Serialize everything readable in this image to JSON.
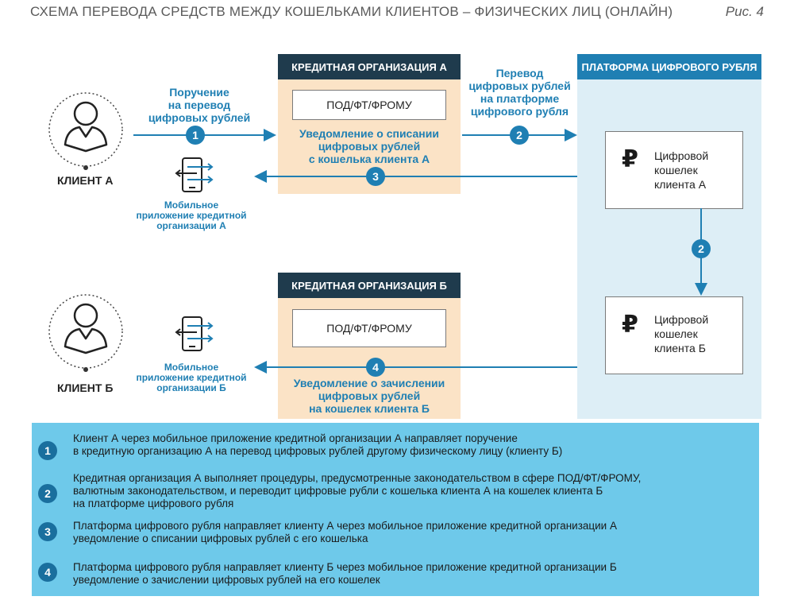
{
  "header": {
    "title": "СХЕМА ПЕРЕВОДА СРЕДСТВ МЕЖДУ КОШЕЛЬКАМИ КЛИЕНТОВ – ФИЗИЧЕСКИХ ЛИЦ (ОНЛАЙН)",
    "figure_label": "Рис. 4"
  },
  "org_a": {
    "title": "КРЕДИТНАЯ ОРГАНИЗАЦИЯ А",
    "pod": "ПОД/ФТ/ФРОМУ",
    "notice": [
      "Уведомление о списании",
      "цифровых рублей",
      "с кошелька клиента А"
    ]
  },
  "org_b": {
    "title": "КРЕДИТНАЯ ОРГАНИЗАЦИЯ Б",
    "pod": "ПОД/ФТ/ФРОМУ",
    "notice": [
      "Уведомление о зачислении",
      "цифровых рублей",
      "на кошелек клиента Б"
    ]
  },
  "platform": {
    "title": "ПЛАТФОРМА ЦИФРОВОГО РУБЛЯ",
    "wallet_a": [
      "Цифровой",
      "кошелек",
      "клиента А"
    ],
    "wallet_b": [
      "Цифровой",
      "кошелек",
      "клиента Б"
    ],
    "ruble_symbol": "₽"
  },
  "clients": {
    "a": "КЛИЕНТ А",
    "b": "КЛИЕНТ Б",
    "app_a": [
      "Мобильное",
      "приложение кредитной",
      "организации А"
    ],
    "app_b": [
      "Мобильное",
      "приложение кредитной",
      "организации Б"
    ]
  },
  "flows": {
    "order": [
      "Поручение",
      "на перевод",
      "цифровых рублей"
    ],
    "transfer": [
      "Перевод",
      "цифровых рублей",
      "на платформе",
      "цифрового рубля"
    ]
  },
  "steps": [
    "1",
    "2",
    "3",
    "4"
  ],
  "legend": [
    {
      "num": "1",
      "lines": [
        "Клиент А через мобильное приложение кредитной организации А направляет поручение",
        "в кредитную организацию А на перевод цифровых рублей другому физическому лицу (клиенту Б)"
      ]
    },
    {
      "num": "2",
      "lines": [
        "Кредитная организация А выполняет процедуры, предусмотренные законодательством в сфере ПОД/ФТ/ФРОМУ,",
        "валютным законодательством, и переводит цифровые рубли с кошелька клиента А на кошелек клиента Б",
        "на платформе цифрового рубля"
      ]
    },
    {
      "num": "3",
      "lines": [
        "Платформа цифрового рубля направляет клиенту А через мобильное приложение кредитной организации А",
        "уведомление о списании цифровых рублей с его кошелька"
      ]
    },
    {
      "num": "4",
      "lines": [
        "Платформа цифрового рубля направляет клиенту Б через мобильное приложение кредитной организации Б",
        "уведомление о зачислении цифровых рублей на его кошелек"
      ]
    }
  ],
  "colors": {
    "blue": "#1f7fb3",
    "navy": "#1f3b4d",
    "peach": "#fbe3c6",
    "legend": "#6ec9ea"
  }
}
